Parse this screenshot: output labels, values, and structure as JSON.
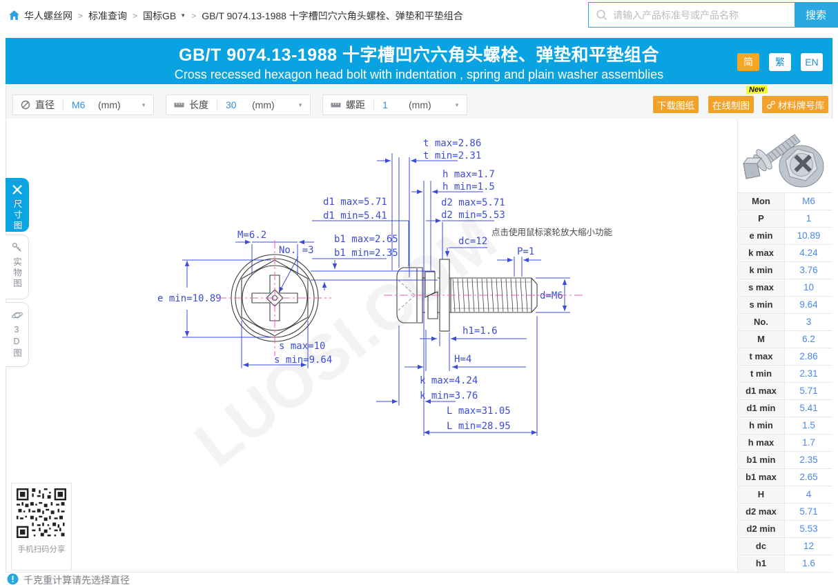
{
  "topbar": {
    "breadcrumb": {
      "home": "华人螺丝网",
      "sep": ">",
      "item1": "标准查询",
      "item2": "国标GB",
      "item3": "GB/T 9074.13-1988 十字槽凹穴六角头螺栓、弹垫和平垫组合"
    },
    "search": {
      "placeholder": "请输入产品标准号或产品名称",
      "button": "搜索"
    }
  },
  "banner": {
    "title": "GB/T 9074.13-1988 十字槽凹穴六角头螺栓、弹垫和平垫组合",
    "subtitle": "Cross recessed hexagon head bolt with indentation , spring and plain washer assemblies",
    "lang_simplified": "简",
    "lang_traditional": "繁",
    "lang_english": "EN"
  },
  "filters": {
    "diameter": {
      "label": "直径",
      "value": "M6",
      "unit": "(mm)"
    },
    "length": {
      "label": "长度",
      "value": "30",
      "unit": "(mm)"
    },
    "pitch": {
      "label": "螺距",
      "value": "1",
      "unit": "(mm)"
    }
  },
  "actions": {
    "download": "下载图纸",
    "online_draw": "在线制图",
    "new_badge": "New",
    "material_lib": "材料牌号库"
  },
  "side_tabs": {
    "dimension": "尺寸图",
    "photo": "实物图",
    "three_d": "3D图"
  },
  "drawing": {
    "hint": "点击使用鼠标滚轮放大缩小功能",
    "watermark": "LUOSI.COM",
    "labels": {
      "M": "M=6.2",
      "No": "No. =3",
      "e_min": "e min=10.89",
      "s_max": "s max=10",
      "s_min": "s min=9.64",
      "t_max": "t max=2.86",
      "t_min": "t min=2.31",
      "h_max": "h max=1.7",
      "h_min": "h min=1.5",
      "d1_max": "d1 max=5.71",
      "d1_min": "d1 min=5.41",
      "d2_max": "d2 max=5.71",
      "d2_min": "d2 min=5.53",
      "b1_max": "b1 max=2.65",
      "b1_min": "b1 min=2.35",
      "dc": "dc=12",
      "P": "P=1",
      "d": "d=M6",
      "h1": "h1=1.6",
      "H": "H=4",
      "k_max": "k max=4.24",
      "k_min": "k min=3.76",
      "L_max": "L max=31.05",
      "L_min": "L min=28.95"
    }
  },
  "spec_table": {
    "rows": [
      {
        "label": "Mon",
        "value": "M6"
      },
      {
        "label": "P",
        "value": "1"
      },
      {
        "label": "e min",
        "value": "10.89"
      },
      {
        "label": "k max",
        "value": "4.24"
      },
      {
        "label": "k min",
        "value": "3.76"
      },
      {
        "label": "s max",
        "value": "10"
      },
      {
        "label": "s min",
        "value": "9.64"
      },
      {
        "label": "No.",
        "value": "3"
      },
      {
        "label": "M",
        "value": "6.2"
      },
      {
        "label": "t max",
        "value": "2.86"
      },
      {
        "label": "t min",
        "value": "2.31"
      },
      {
        "label": "d1 max",
        "value": "5.71"
      },
      {
        "label": "d1 min",
        "value": "5.41"
      },
      {
        "label": "h min",
        "value": "1.5"
      },
      {
        "label": "h max",
        "value": "1.7"
      },
      {
        "label": "b1 min",
        "value": "2.35"
      },
      {
        "label": "b1 max",
        "value": "2.65"
      },
      {
        "label": "H",
        "value": "4"
      },
      {
        "label": "d2 max",
        "value": "5.71"
      },
      {
        "label": "d2 min",
        "value": "5.53"
      },
      {
        "label": "dc",
        "value": "12"
      },
      {
        "label": "h1",
        "value": "1.6"
      }
    ]
  },
  "share": {
    "caption": "手机扫码分享"
  },
  "footer": {
    "note": "千克重计算请先选择直径"
  },
  "icons": {
    "caret_down": "▼"
  },
  "colors": {
    "header_blue": "#09a3e1",
    "accent_orange": "#f2a22a",
    "dim_blue": "#3b4cd8",
    "value_blue": "#4a86e8",
    "centerline_pink": "#f25cb8",
    "link_blue": "#1d8fd1"
  }
}
